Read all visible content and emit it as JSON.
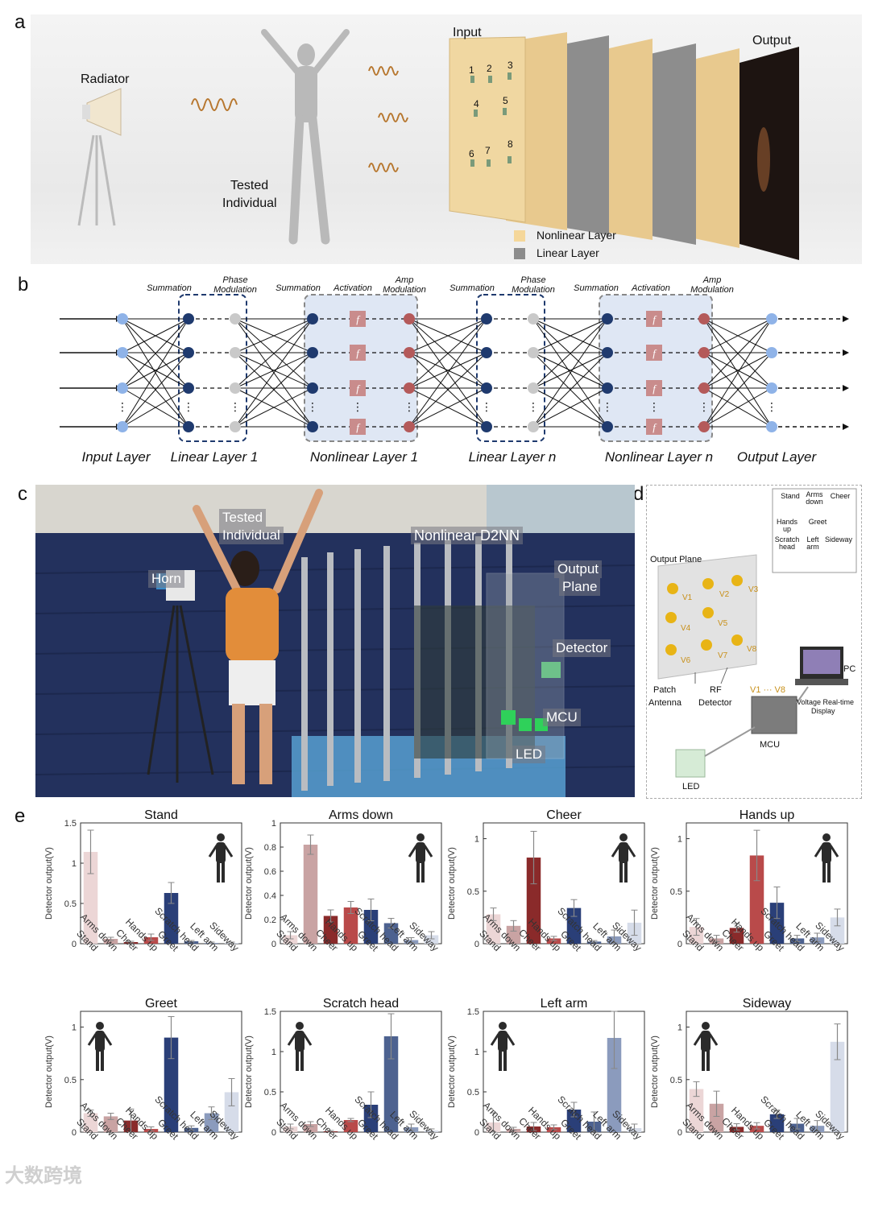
{
  "panel_labels": {
    "a": "a",
    "b": "b",
    "c": "c",
    "d": "d",
    "e": "e"
  },
  "panel_a": {
    "radiator": "Radiator",
    "tested_line1": "Tested",
    "tested_line2": "Individual",
    "input": "Input",
    "output": "Output",
    "detector_numbers": [
      "1",
      "2",
      "3",
      "4",
      "5",
      "6",
      "7",
      "8"
    ],
    "legend_nonlinear": "Nonlinear Layer",
    "legend_linear": "Linear Layer",
    "colors": {
      "nonlinear": "#f5d79a",
      "linear": "#8c8c8c",
      "wave": "#b7772f"
    }
  },
  "panel_b": {
    "top_labels": [
      "Summation",
      "Phase Modulation",
      "Summation",
      "Activation",
      "Amp Modulation",
      "Summation",
      "Phase Modulation",
      "Summation",
      "Activation",
      "Amp Modulation"
    ],
    "top_lines": [
      [
        "Summation"
      ],
      [
        "Phase",
        "Modulation"
      ],
      [
        "Summation"
      ],
      [
        "Activation"
      ],
      [
        "Amp",
        "Modulation"
      ],
      [
        "Summation"
      ],
      [
        "Phase",
        "Modulation"
      ],
      [
        "Summation"
      ],
      [
        "Activation"
      ],
      [
        "Amp",
        "Modulation"
      ]
    ],
    "bottom_labels": [
      "Input Layer",
      "Linear Layer 1",
      "Nonlinear Layer 1",
      "Linear Layer n",
      "Nonlinear Layer n",
      "Output Layer"
    ],
    "activation_symbol": "f",
    "ellipsis": "⋮",
    "colors": {
      "input_node": "#8fb3e8",
      "sum_node": "#1f3a6e",
      "phase_node": "#c9c9c9",
      "act_box": "#c98c8c",
      "amp_node": "#b45a5a",
      "shade": "#dfe7f4"
    }
  },
  "panel_c": {
    "tested_line1": "Tested",
    "tested_line2": "Individual",
    "horn": "Horn",
    "nonlinear": "Nonlinear D2NN",
    "output_line1": "Output",
    "output_line2": "Plane",
    "detector": "Detector",
    "mcu": "MCU",
    "led": "LED"
  },
  "panel_d": {
    "output_plane": "Output Plane",
    "voltages": [
      "V1",
      "V2",
      "V3",
      "V4",
      "V5",
      "V6",
      "V7",
      "V8"
    ],
    "patch": [
      "Patch",
      "Antenna"
    ],
    "rf": [
      "RF",
      "Detector"
    ],
    "pc": "PC",
    "display": [
      "Voltage Real-time",
      "Display"
    ],
    "mcu": "MCU",
    "led": "LED",
    "v_range": "V1 ··· V8",
    "legend": [
      {
        "label": "Stand"
      },
      {
        "label": "Arms down"
      },
      {
        "label": "Cheer"
      },
      {
        "label": "Hands up"
      },
      {
        "label": "Greet"
      },
      {
        "label": "Scratch head"
      },
      {
        "label": "Left arm"
      },
      {
        "label": "Sideway"
      }
    ],
    "legend_lines": [
      [
        "Stand"
      ],
      [
        "Arms",
        "down"
      ],
      [
        "Cheer"
      ],
      [
        "Hands",
        "up"
      ],
      [
        "Greet"
      ],
      [
        "Scratch",
        "head"
      ],
      [
        "Left",
        "arm"
      ],
      [
        "Sideway"
      ]
    ]
  },
  "chart_data": [
    {
      "type": "bar",
      "title": "Stand",
      "ylabel": "Detector output(V)",
      "ylim": [
        0,
        1.5
      ],
      "yticks": [
        "0",
        "0.5",
        "1",
        "1.5"
      ],
      "yticks_values": [
        0,
        0.5,
        1,
        1.5
      ],
      "categories": [
        "Stand",
        "Arms down",
        "Cheer",
        "Hands up",
        "Greet",
        "Scratch head",
        "Left arm",
        "Sideway"
      ],
      "values": [
        1.14,
        0.06,
        0.02,
        0.08,
        0.63,
        0.03,
        0.01,
        0.01
      ],
      "errors": [
        0.27,
        0.02,
        0.01,
        0.04,
        0.13,
        0.01,
        0.01,
        0.01
      ]
    },
    {
      "type": "bar",
      "title": "Arms down",
      "ylabel": "Detector output(V)",
      "ylim": [
        0,
        1
      ],
      "yticks": [
        "0",
        "0.2",
        "0.4",
        "0.6",
        "0.8",
        "1"
      ],
      "yticks_values": [
        0,
        0.2,
        0.4,
        0.6,
        0.8,
        1
      ],
      "categories": [
        "Stand",
        "Arms down",
        "Cheer",
        "Hands up",
        "Greet",
        "Scratch head",
        "Left arm",
        "Sideway"
      ],
      "values": [
        0.07,
        0.82,
        0.23,
        0.3,
        0.28,
        0.17,
        0.03,
        0.07
      ],
      "errors": [
        0.03,
        0.08,
        0.05,
        0.05,
        0.09,
        0.04,
        0.02,
        0.03
      ]
    },
    {
      "type": "bar",
      "title": "Cheer",
      "ylabel": "Detector output(V)",
      "ylim": [
        0,
        1.15
      ],
      "yticks": [
        "0",
        "0.5",
        "1"
      ],
      "yticks_values": [
        0,
        0.5,
        1
      ],
      "categories": [
        "Stand",
        "Arms down",
        "Cheer",
        "Hands up",
        "Greet",
        "Scratch head",
        "Left arm",
        "Sideway"
      ],
      "values": [
        0.28,
        0.17,
        0.82,
        0.05,
        0.34,
        0.02,
        0.07,
        0.2
      ],
      "errors": [
        0.06,
        0.05,
        0.25,
        0.02,
        0.08,
        0.01,
        0.06,
        0.12
      ]
    },
    {
      "type": "bar",
      "title": "Hands up",
      "ylabel": "Detector output(V)",
      "ylim": [
        0,
        1.15
      ],
      "yticks": [
        "0",
        "0.5",
        "1"
      ],
      "yticks_values": [
        0,
        0.5,
        1
      ],
      "categories": [
        "Stand",
        "Arms down",
        "Cheer",
        "Hands up",
        "Greet",
        "Scratch head",
        "Left arm",
        "Sideway"
      ],
      "values": [
        0.16,
        0.05,
        0.15,
        0.84,
        0.39,
        0.05,
        0.06,
        0.25
      ],
      "errors": [
        0.08,
        0.03,
        0.04,
        0.24,
        0.15,
        0.03,
        0.04,
        0.08
      ]
    },
    {
      "type": "bar",
      "title": "Greet",
      "ylabel": "Detector output(V)",
      "ylim": [
        0,
        1.15
      ],
      "yticks": [
        "0",
        "0.5",
        "1"
      ],
      "yticks_values": [
        0,
        0.5,
        1
      ],
      "categories": [
        "Stand",
        "Arms down",
        "Cheer",
        "Hands up",
        "Greet",
        "Scratch head",
        "Left arm",
        "Sideway"
      ],
      "values": [
        0.18,
        0.15,
        0.11,
        0.03,
        0.9,
        0.04,
        0.18,
        0.38
      ],
      "errors": [
        0.03,
        0.03,
        0.11,
        0.02,
        0.2,
        0.02,
        0.06,
        0.13
      ]
    },
    {
      "type": "bar",
      "title": "Scratch head",
      "ylabel": "Detector output(V)",
      "ylim": [
        0,
        1.5
      ],
      "yticks": [
        "0",
        "0.5",
        "1",
        "1.5"
      ],
      "yticks_values": [
        0,
        0.5,
        1,
        1.5
      ],
      "categories": [
        "Stand",
        "Arms down",
        "Cheer",
        "Hands up",
        "Greet",
        "Scratch head",
        "Left arm",
        "Sideway"
      ],
      "values": [
        0.07,
        0.1,
        0.01,
        0.15,
        0.34,
        1.19,
        0.06,
        0.02
      ],
      "errors": [
        0.03,
        0.03,
        0.01,
        0.02,
        0.16,
        0.28,
        0.04,
        0.02
      ]
    },
    {
      "type": "bar",
      "title": "Left arm",
      "ylabel": "Detector output(V)",
      "ylim": [
        0,
        1.5
      ],
      "yticks": [
        "0",
        "0.5",
        "1",
        "1.5"
      ],
      "yticks_values": [
        0,
        0.5,
        1,
        1.5
      ],
      "categories": [
        "Stand",
        "Arms down",
        "Cheer",
        "Hands up",
        "Greet",
        "Scratch head",
        "Left arm",
        "Sideway"
      ],
      "values": [
        0.12,
        0.04,
        0.07,
        0.06,
        0.28,
        0.13,
        1.17,
        0.05
      ],
      "errors": [
        0.12,
        0.02,
        0.05,
        0.03,
        0.09,
        0.12,
        0.38,
        0.05
      ]
    },
    {
      "type": "bar",
      "title": "Sideway",
      "ylabel": "Detector output(V)",
      "ylim": [
        0,
        1.15
      ],
      "yticks": [
        "0",
        "0.5",
        "1"
      ],
      "yticks_values": [
        0,
        0.5,
        1
      ],
      "categories": [
        "Stand",
        "Arms down",
        "Cheer",
        "Hands up",
        "Greet",
        "Scratch head",
        "Left arm",
        "Sideway"
      ],
      "values": [
        0.41,
        0.27,
        0.05,
        0.06,
        0.17,
        0.08,
        0.06,
        0.86
      ],
      "errors": [
        0.07,
        0.12,
        0.03,
        0.03,
        0.04,
        0.05,
        0.05,
        0.17
      ]
    }
  ],
  "bar_colors": [
    "#ecd6d6",
    "#c9a3a3",
    "#8a2a2a",
    "#b94a4a",
    "#2a3f78",
    "#4d6290",
    "#8b9bbd",
    "#d6dce9"
  ],
  "watermark": "大数跨境"
}
